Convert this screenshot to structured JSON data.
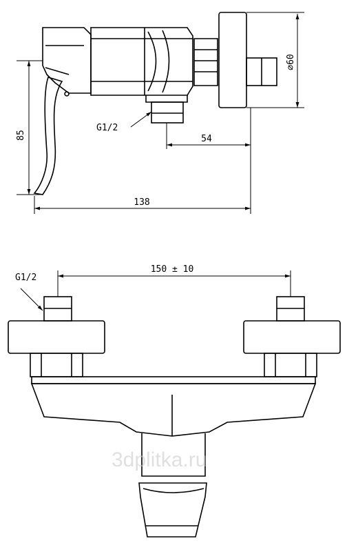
{
  "drawing": {
    "side_view": {
      "thread_label": "G1/2",
      "dim_height": "85",
      "dim_depth": "54",
      "dim_total_width": "138",
      "dim_diameter": "⌀60"
    },
    "front_view": {
      "thread_label": "G1/2",
      "dim_center_distance": "150 ± 10"
    }
  },
  "watermark": "3dplitka.ru",
  "colors": {
    "line": "#000000",
    "background": "#ffffff",
    "watermark": "#c8c8c8"
  }
}
